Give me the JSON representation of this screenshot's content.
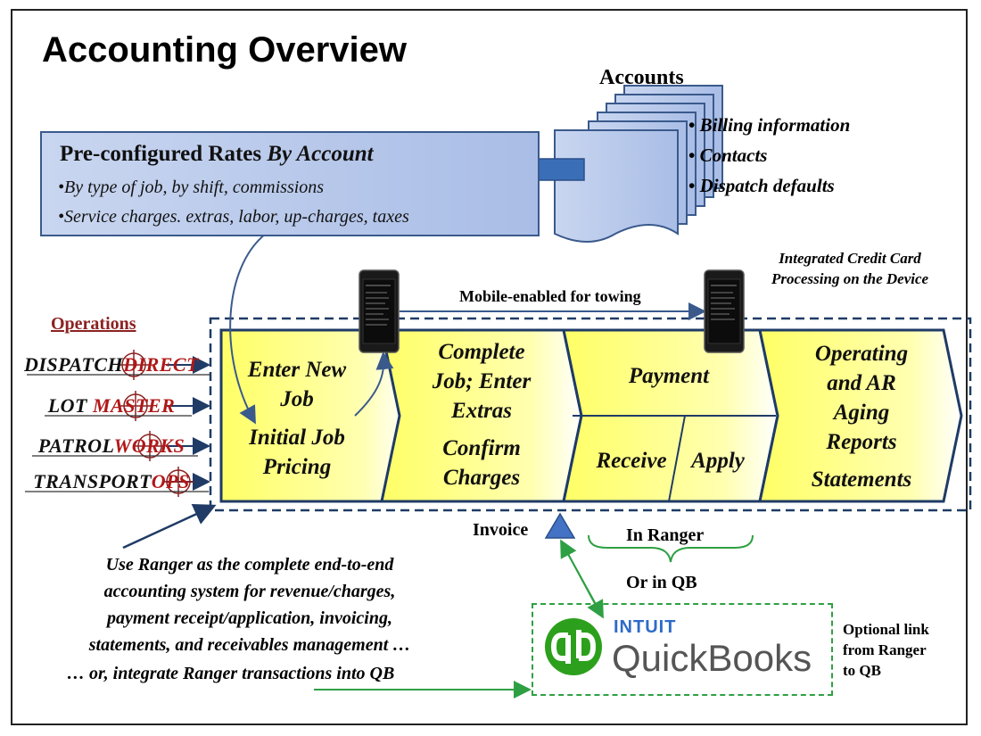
{
  "title": "Accounting Overview",
  "rates_box": {
    "title_plain": "Pre-configured Rates ",
    "title_italic": "By Account",
    "line1": "•By type of job, by shift, commissions",
    "line2": "•Service charges. extras, labor, up-charges, taxes"
  },
  "accounts": {
    "label": "Accounts",
    "bullets": [
      "Billing information",
      "Contacts",
      "Dispatch defaults"
    ]
  },
  "credit_card": {
    "line1": "Integrated Credit Card",
    "line2": "Processing on the Device"
  },
  "mobile_label": "Mobile-enabled for towing",
  "operations": {
    "label": "Operations",
    "logos": [
      {
        "part1": "DISPATCH",
        "part2": "DIRECT"
      },
      {
        "part1": "LOT ",
        "part2": "MASTER"
      },
      {
        "part1": "PATROL",
        "part2": "WORKS"
      },
      {
        "part1": "TRANSPORT",
        "part2": "OPS"
      }
    ]
  },
  "stages": [
    {
      "line1": "Enter New",
      "line2": "Job",
      "line3": "Initial Job",
      "line4": "Pricing"
    },
    {
      "line1": "Complete",
      "line2": "Job; Enter",
      "line3": "Extras",
      "line4": "Confirm",
      "line5": "Charges"
    },
    {
      "title": "Payment",
      "sub1": "Receive",
      "sub2": "Apply"
    },
    {
      "line1": "Operating",
      "line2": "and AR",
      "line3": "Aging",
      "line4": "Reports",
      "line5": "Statements"
    }
  ],
  "invoice_label": "Invoice",
  "in_ranger": "In Ranger",
  "or_in_qb": "Or in QB",
  "description": {
    "line1": "Use Ranger as the complete end-to-end",
    "line2": "accounting system for revenue/charges,",
    "line3": "payment receipt/application, invoicing,",
    "line4": "statements, and receivables management …"
  },
  "integrate": "… or, integrate Ranger transactions into QB",
  "quickbooks": {
    "brand_small": "INTUIT",
    "brand_large": "QuickBooks",
    "mark": "qb"
  },
  "optional_link": {
    "line1": "Optional link",
    "line2": "from Ranger",
    "line3": "to QB"
  },
  "colors": {
    "box_blue": "#a9bde6",
    "border_blue": "#3a5a8c",
    "stage_yellow": "#ffff66",
    "qb_green": "#2ca01c",
    "link_green": "#2ea043",
    "ops_red": "#8b2222"
  },
  "icons": [
    "accounts-pages-icon",
    "left-arrow-icon",
    "phone-icon",
    "qb-logo-icon",
    "brace-icon",
    "up-triangle-icon"
  ]
}
